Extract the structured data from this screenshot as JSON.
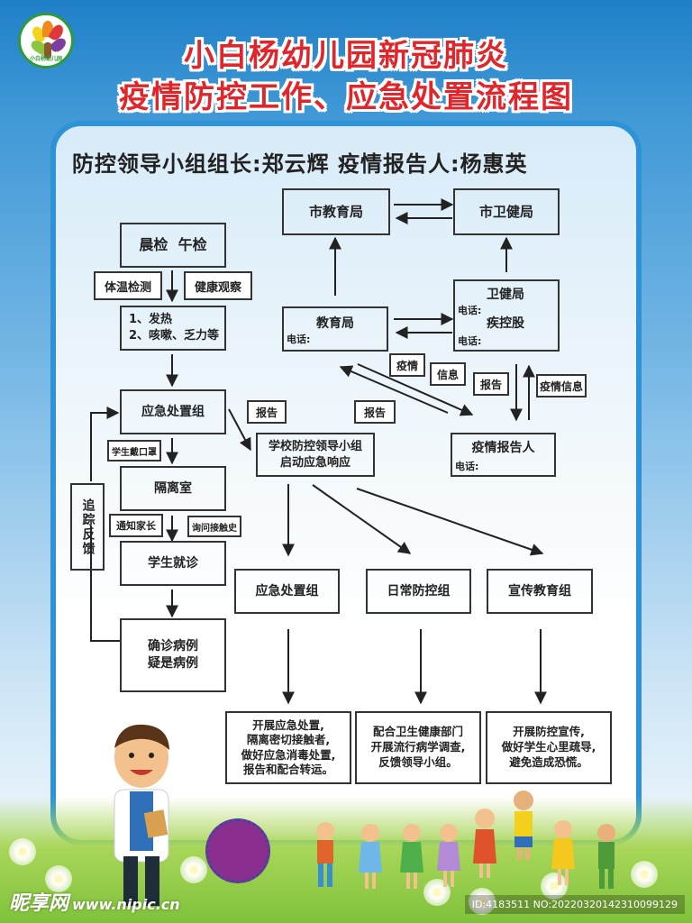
{
  "header": {
    "logo_text": "小白杨幼儿园",
    "title_line1": "小白杨幼儿园新冠肺炎",
    "title_line2": "疫情防控工作、应急处置流程图"
  },
  "leader_line": "防控领导小组组长:郑云辉   疫情报告人:杨惠英",
  "nodes": {
    "city_edu": "市教育局",
    "city_health": "市卫健局",
    "morning_check": "晨检  午检",
    "temp_check": "体温检测",
    "health_obs": "健康观察",
    "symptom_1": "1、发热",
    "symptom_2": "2、咳嗽、乏力等",
    "edu_bureau": "教育局",
    "health_bureau": "卫健局",
    "disease_control": "疾控股",
    "phone_label": "电话:",
    "emergency_group": "应急处置组",
    "school_group_line1": "学校防控领导小组",
    "school_group_line2": "启动应急响应",
    "epidemic_reporter": "疫情报告人",
    "isolation_room": "隔离室",
    "student_visit": "学生就诊",
    "confirmed": "确诊病例",
    "suspected": "疑是病例",
    "tracking_feedback": "追踪反馈",
    "group_emergency": "应急处置组",
    "group_daily": "日常防控组",
    "group_publicity": "宣传教育组",
    "task_emergency": [
      "开展应急处置,",
      "隔离密切接触者,",
      "做好应急消毒处置,",
      "报告和配合转运。"
    ],
    "task_daily": [
      "配合卫生健康部门",
      "开展流行病学调查,",
      "反馈领导小组。"
    ],
    "task_publicity": [
      "开展防控宣传,",
      "做好学生心里疏导,",
      "避免造成恐慌。"
    ]
  },
  "tags": {
    "wear_mask": "学生戴口罩",
    "notify_parent": "通知家长",
    "ask_contact": "询问接触史",
    "report_a": "报告",
    "report_b": "报告",
    "report_c": "报告",
    "epidemic": "疫情",
    "info": "信息",
    "epidemic_info": "疫情信息"
  },
  "footer": {
    "watermark": "昵享网",
    "watermark_url": "www.nipic.cn",
    "id_text": "ID:4183511 NO:20220320142310099129"
  },
  "colors": {
    "title_red": "#e0262a",
    "panel_border": "#2e93d6",
    "line": "#222222"
  }
}
